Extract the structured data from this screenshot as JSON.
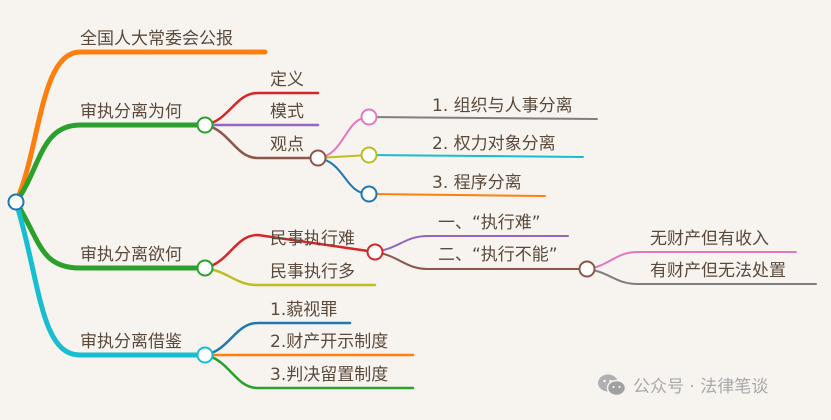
{
  "root": {
    "label": ""
  },
  "branches": [
    {
      "label": "全国人大常委会公报",
      "color": "#ff7f0e",
      "children": []
    },
    {
      "label": "审执分离为何",
      "color": "#2ca02c",
      "children": [
        {
          "label": "定义",
          "color": "#d62728"
        },
        {
          "label": "模式",
          "color": "#9467bd"
        },
        {
          "label": "观点",
          "color": "#8c564b",
          "children": [
            {
              "label": "1. 组织与人事分离"
            },
            {
              "label": "2. 权力对象分离"
            },
            {
              "label": "3. 程序分离"
            }
          ]
        }
      ]
    },
    {
      "label": "审执分离欲何",
      "color": "#2ca02c",
      "children": [
        {
          "label": "民事执行难",
          "color": "#d62728",
          "children": [
            {
              "label": "一、“执行难”"
            },
            {
              "label": "二、“执行不能”",
              "children": [
                {
                  "label": "无财产但有收入"
                },
                {
                  "label": "有财产但无法处置"
                }
              ]
            }
          ]
        },
        {
          "label": "民事执行多",
          "color": "#bcbd22"
        }
      ]
    },
    {
      "label": "审执分离借鉴",
      "color": "#17becf",
      "children": [
        {
          "label": "1.藐视罪"
        },
        {
          "label": "2.财产开示制度"
        },
        {
          "label": "3.判决留置制度"
        }
      ]
    }
  ],
  "watermark": {
    "text": "公众号 · 法律笔谈",
    "icon": "wechat-icon"
  }
}
